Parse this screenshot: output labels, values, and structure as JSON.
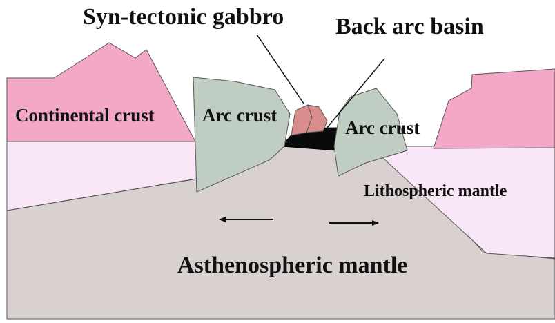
{
  "labels": {
    "syn_tectonic_gabbro": "Syn-tectonic gabbro",
    "back_arc_basin": "Back arc basin",
    "continental_crust": "Continental crust",
    "arc_crust_left": "Arc crust",
    "arc_crust_right": "Arc crust",
    "lithospheric_mantle": "Lithospheric mantle",
    "asthenospheric_mantle": "Asthenospheric mantle"
  },
  "colors": {
    "continental_crust": "#f4a8c8",
    "arc_crust": "#bfcdc3",
    "syn_tectonic_gabbro": "#d88c8c",
    "back_arc_basin": "#0a0a0a",
    "lithospheric_mantle": "#f9e6f6",
    "asthenospheric_mantle": "#d8d1d0",
    "outline": "#333333"
  },
  "arrows": {
    "left": "spreading-left",
    "right": "spreading-right"
  }
}
